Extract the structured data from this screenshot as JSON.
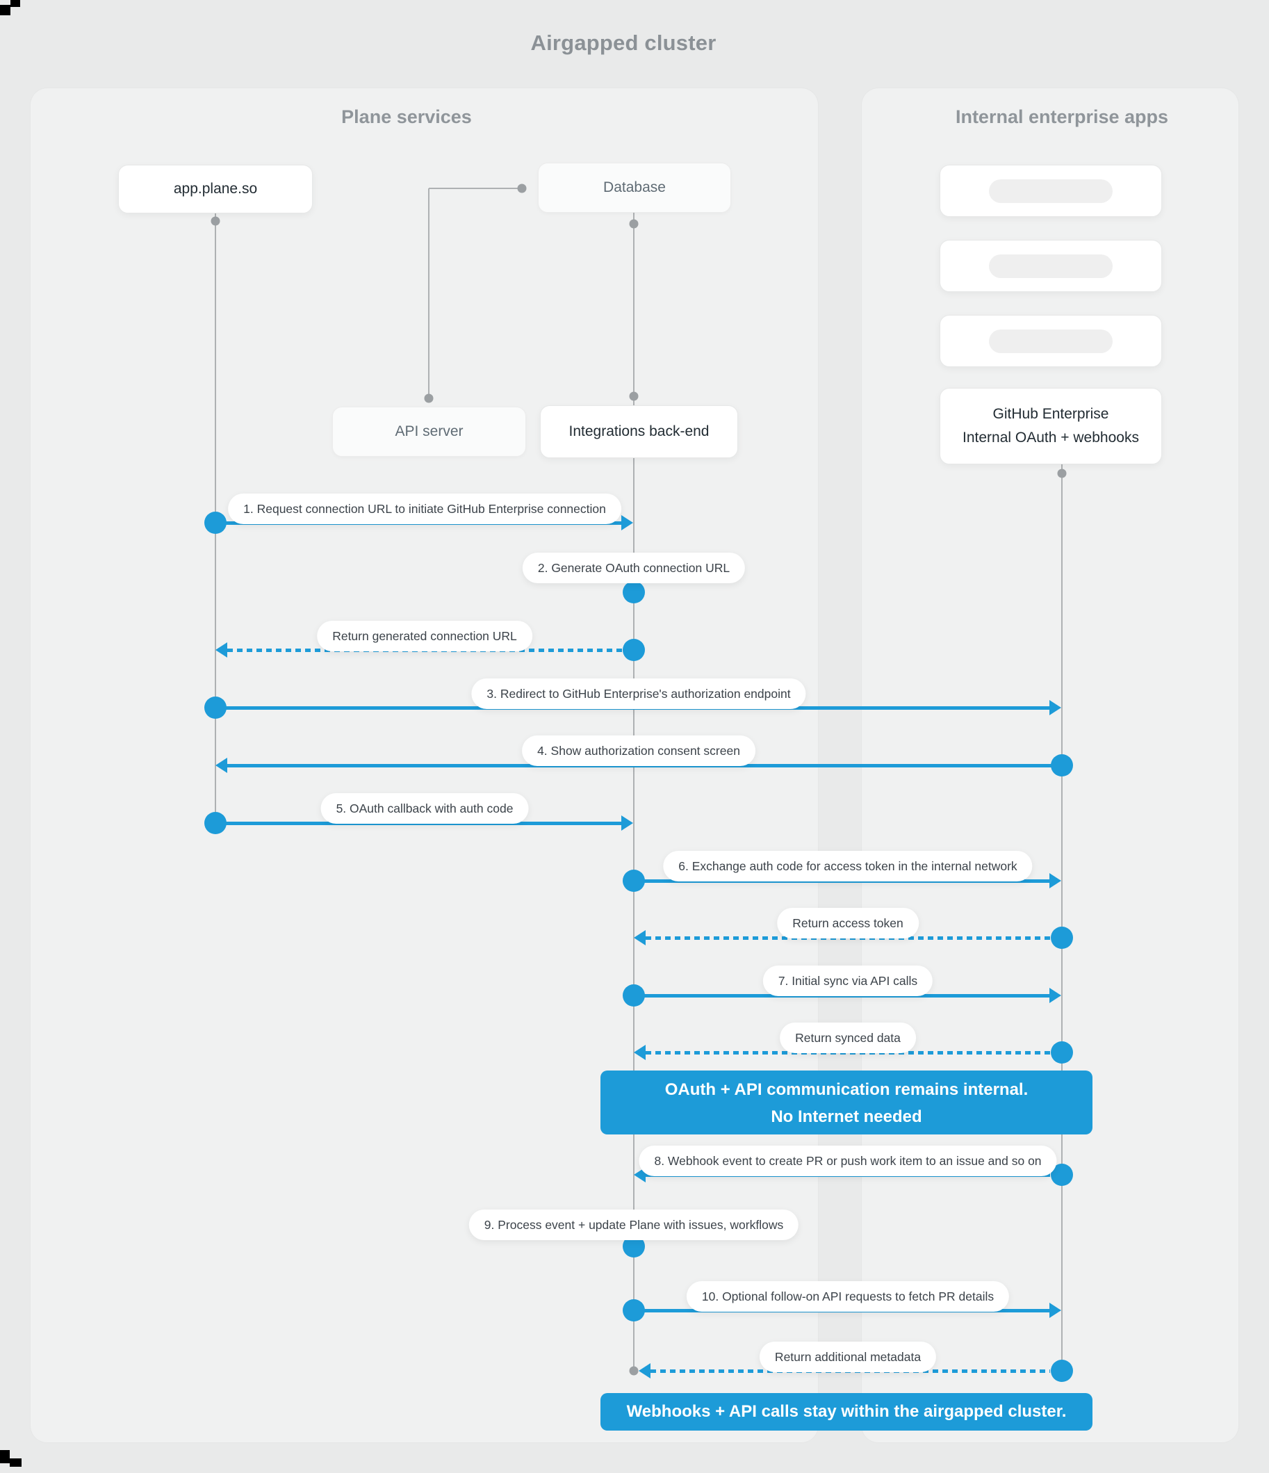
{
  "title": "Airgapped cluster",
  "panels": {
    "left": {
      "title": "Plane services"
    },
    "right": {
      "title": "Internal enterprise apps"
    }
  },
  "nodes": {
    "app": {
      "label": "app.plane.so"
    },
    "database": {
      "label": "Database"
    },
    "api_server": {
      "label": "API server"
    },
    "integrations": {
      "label": "Integrations back-end"
    },
    "github": {
      "line1": "GitHub Enterprise",
      "line2": "Internal OAuth + webhooks"
    }
  },
  "messages": [
    {
      "label": "1. Request connection URL to initiate GitHub Enterprise connection",
      "from": "app.plane.so",
      "to": "Integrations back-end",
      "kind": "solid"
    },
    {
      "label": "2. Generate OAuth connection URL",
      "from": "Integrations back-end",
      "to": "Integrations back-end",
      "kind": "self"
    },
    {
      "label": "Return generated connection URL",
      "from": "Integrations back-end",
      "to": "app.plane.so",
      "kind": "dashed"
    },
    {
      "label": "3. Redirect to GitHub Enterprise's authorization endpoint",
      "from": "app.plane.so",
      "to": "GitHub Enterprise",
      "kind": "solid"
    },
    {
      "label": "4. Show authorization consent screen",
      "from": "GitHub Enterprise",
      "to": "app.plane.so",
      "kind": "solid"
    },
    {
      "label": "5. OAuth callback with auth code",
      "from": "app.plane.so",
      "to": "Integrations back-end",
      "kind": "solid"
    },
    {
      "label": "6. Exchange auth code for access token in the internal network",
      "from": "Integrations back-end",
      "to": "GitHub Enterprise",
      "kind": "solid"
    },
    {
      "label": "Return access token",
      "from": "GitHub Enterprise",
      "to": "Integrations back-end",
      "kind": "dashed"
    },
    {
      "label": "7. Initial sync via API calls",
      "from": "Integrations back-end",
      "to": "GitHub Enterprise",
      "kind": "solid"
    },
    {
      "label": "Return synced data",
      "from": "GitHub Enterprise",
      "to": "Integrations back-end",
      "kind": "dashed"
    },
    {
      "label": "8. Webhook event to create PR  or push work item to an issue  and so on",
      "from": "GitHub Enterprise",
      "to": "Integrations back-end",
      "kind": "solid"
    },
    {
      "label": "9. Process event + update Plane with issues, workflows",
      "from": "Integrations back-end",
      "to": "Integrations back-end",
      "kind": "self"
    },
    {
      "label": "10. Optional follow-on API requests to fetch PR details",
      "from": "Integrations back-end",
      "to": "GitHub Enterprise",
      "kind": "solid"
    },
    {
      "label": "Return additional metadata",
      "from": "GitHub Enterprise",
      "to": "Integrations back-end",
      "kind": "dashed"
    }
  ],
  "banners": [
    {
      "line1": "OAuth + API communication remains internal.",
      "line2": "No Internet needed"
    },
    {
      "line1": "Webhooks + API calls stay within the airgapped cluster."
    }
  ],
  "colors": {
    "accent_blue": "#1d9bd8",
    "lifeline_gray": "#aeb1b3",
    "background": "#e9eaea",
    "panel": "#f0f1f1"
  }
}
